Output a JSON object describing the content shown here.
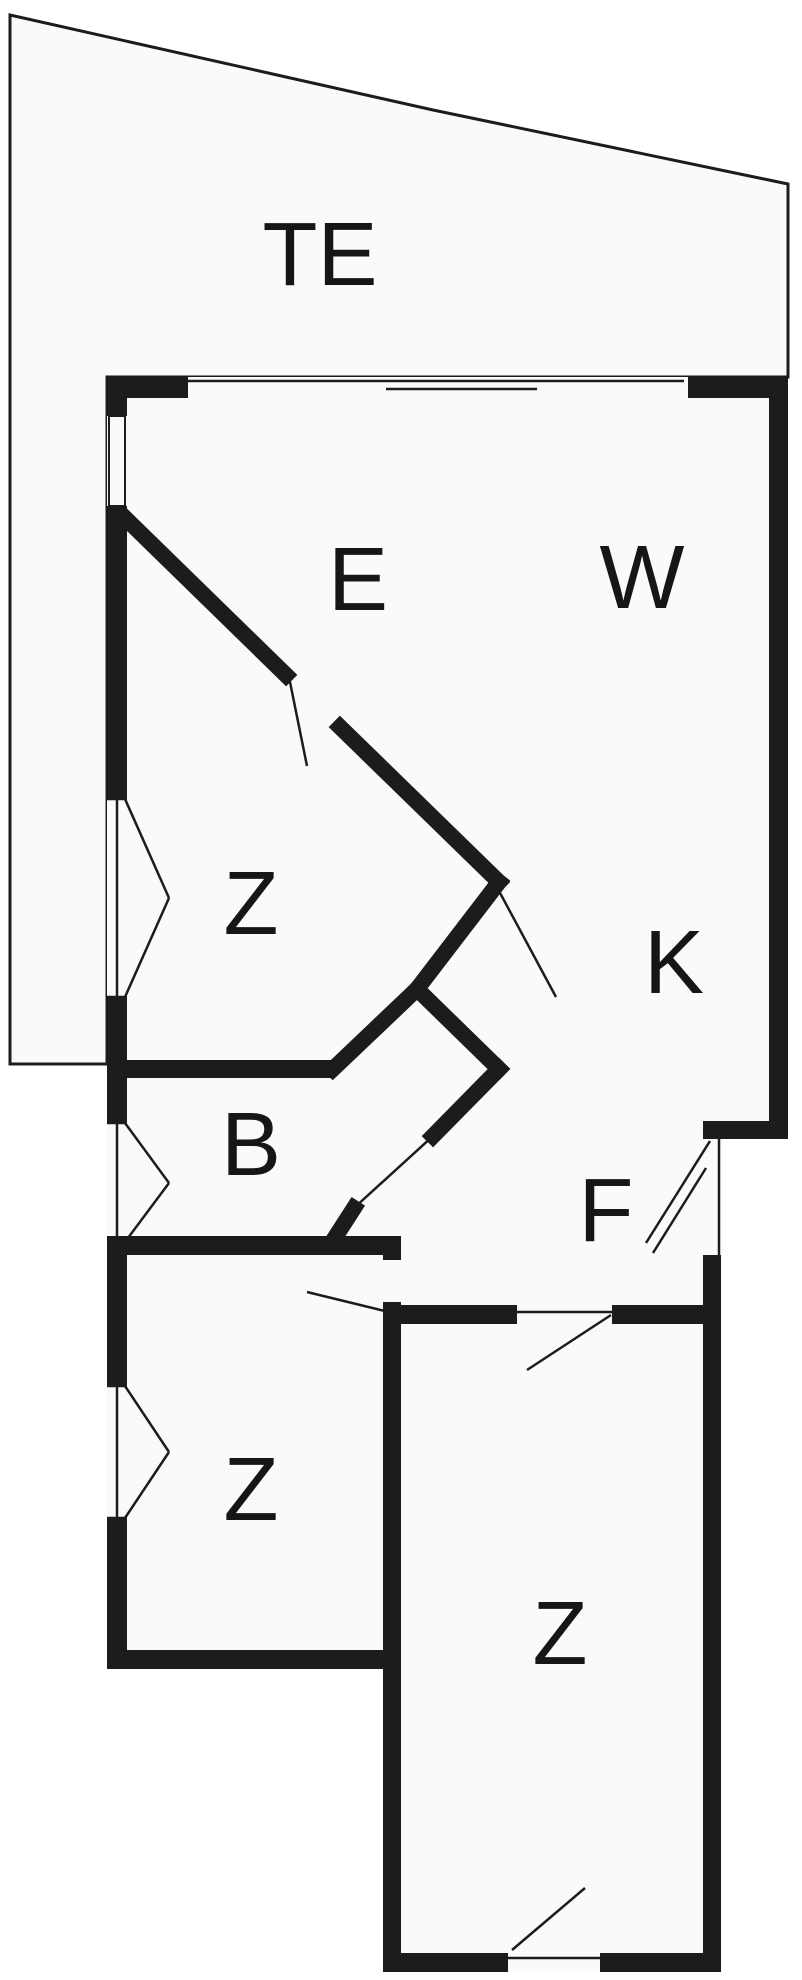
{
  "plan": {
    "type": "floor-plan",
    "rooms": [
      {
        "id": "room-te",
        "label": "TE"
      },
      {
        "id": "room-e",
        "label": "E"
      },
      {
        "id": "room-w",
        "label": "W"
      },
      {
        "id": "room-z-upper",
        "label": "Z"
      },
      {
        "id": "room-k",
        "label": "K"
      },
      {
        "id": "room-b",
        "label": "B"
      },
      {
        "id": "room-f",
        "label": "F"
      },
      {
        "id": "room-z-lower-left",
        "label": "Z"
      },
      {
        "id": "room-z-bottom",
        "label": "Z"
      }
    ]
  },
  "colors": {
    "wall": "#1c1c1c",
    "floor": "#fbfaf8",
    "background": "#ffffff",
    "line": "#1c1c1c"
  }
}
